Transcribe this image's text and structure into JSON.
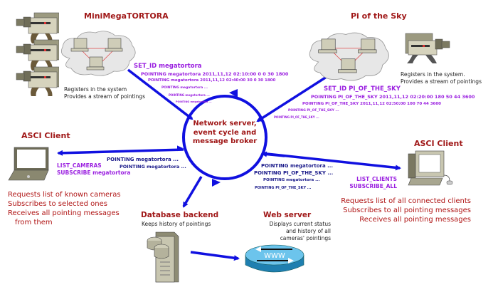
{
  "nodes": {
    "minimegatortora": {
      "title": "MiniMegaTORTORA",
      "notes": [
        "Registers in the system",
        "Provides a stream of pointings"
      ],
      "messages": [
        "SET_ID megatortora",
        "POINTING megatortora 2011,11,12 02:10:00 0 0 30 1800",
        "POINTING megatortora 2011,11,12 02:40:00 30 0 30 1800",
        "POINTING megatortora ...",
        "POINTING megatortora ...",
        "POINTING megatortora ..."
      ]
    },
    "pi_of_the_sky": {
      "title": "Pi of the Sky",
      "notes": [
        "Registers in the system.",
        "Provides a stream of pointings"
      ],
      "messages": [
        "SET_ID PI_OF_THE_SKY",
        "POINTING PI_OF_THE_SKY 2011,11,12 02:20:00 180 50 44 3600",
        "POINTING PI_OF_THE_SKY 2011,11,12 02:50:00 100 70 44 3600",
        "POINTING PI_OF_THE_SKY ...",
        "POINTING PI_OF_THE_SKY ..."
      ]
    },
    "server": {
      "lines": [
        "Network server,",
        "event cycle and",
        "message broker"
      ]
    },
    "asci_left": {
      "title": "ASCI Client",
      "commands": [
        "LIST_CAMERAS",
        "SUBSCRIBE megatortora"
      ],
      "incoming": [
        "POINTING megatortora ...",
        "POINTING megatortora ..."
      ],
      "notes": [
        "Requests list of known cameras",
        "Subscribes to selected ones",
        "Receives all pointing messages",
        "from them"
      ]
    },
    "asci_right": {
      "title": "ASCI Client",
      "commands": [
        "LIST_CLIENTS",
        "SUBSCRIBE_ALL"
      ],
      "incoming": [
        "POINTING megatortora ...",
        "POINTING PI_OF_THE_SKY ...",
        "POINTING megatortora ...",
        "POINTING PI_OF_THE_SKY ..."
      ],
      "notes": [
        "Requests list of all connected clients",
        "Subscribes to all pointing messages",
        "Receives all pointing messages"
      ]
    },
    "database": {
      "title": "Database backend",
      "notes": [
        "Keeps history of pointings"
      ]
    },
    "webserver": {
      "title": "Web server",
      "notes": [
        "Displays current status",
        "and history of all",
        "cameras' pointings"
      ],
      "label": "WWW"
    }
  },
  "colors": {
    "arrow": "#1010e0",
    "title": "#a01818",
    "command": "#9a1fe0",
    "message": "#1a1a8a",
    "description": "#b01515"
  }
}
